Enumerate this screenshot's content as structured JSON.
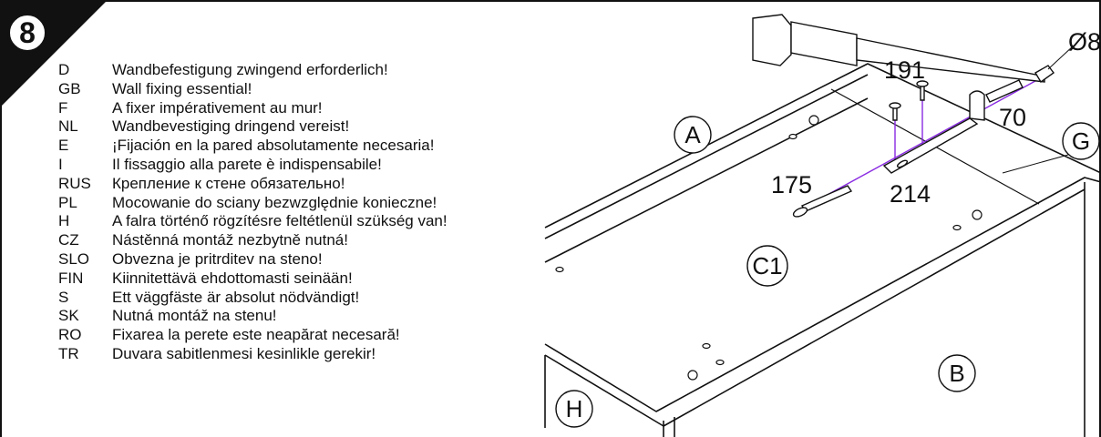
{
  "step": {
    "number": "8"
  },
  "warnings": [
    {
      "code": "D",
      "text": "Wandbefestigung zwingend erforderlich!"
    },
    {
      "code": "GB",
      "text": "Wall fixing essential!"
    },
    {
      "code": "F",
      "text": "A fixer impérativement au mur!"
    },
    {
      "code": "NL",
      "text": "Wandbevestiging dringend vereist!"
    },
    {
      "code": "E",
      "text": "¡Fijación en la pared absolutamente necesaria!"
    },
    {
      "code": "I",
      "text": "Il fissaggio alla parete è indispensabile!"
    },
    {
      "code": "RUS",
      "text": "Крепление к стене обязательно!"
    },
    {
      "code": "PL",
      "text": "Mocowanie do sciany bezwzględnie konieczne!"
    },
    {
      "code": "H",
      "text": "A falra történő rögzítésre feltétlenül szükség van!"
    },
    {
      "code": "CZ",
      "text": "Nástěnná montáž nezbytně nutná!"
    },
    {
      "code": "SLO",
      "text": "Obvezna je pritrditev na steno!"
    },
    {
      "code": "FIN",
      "text": "Kiinnitettävä ehdottomasti seinään!"
    },
    {
      "code": "S",
      "text": "Ett väggfäste är absolut nödvändigt!"
    },
    {
      "code": "SK",
      "text": "Nutná montáž na stenu!"
    },
    {
      "code": "RO",
      "text": "Fixarea la perete este neapărat necesară!"
    },
    {
      "code": "TR",
      "text": "Duvara sabitlenmesi kesinlikle gerekir!"
    }
  ],
  "diagram": {
    "panel_labels": {
      "a": "A",
      "b": "B",
      "c1": "C1",
      "g": "G",
      "h": "H"
    },
    "part_labels": {
      "screw_175": "175",
      "screws_191": "191",
      "plug_70": "70",
      "bracket_214": "214",
      "drill_bit": "Ø8"
    }
  },
  "colors": {
    "ink": "#111111",
    "guide_line": "#8a2be2",
    "background": "#ffffff"
  }
}
